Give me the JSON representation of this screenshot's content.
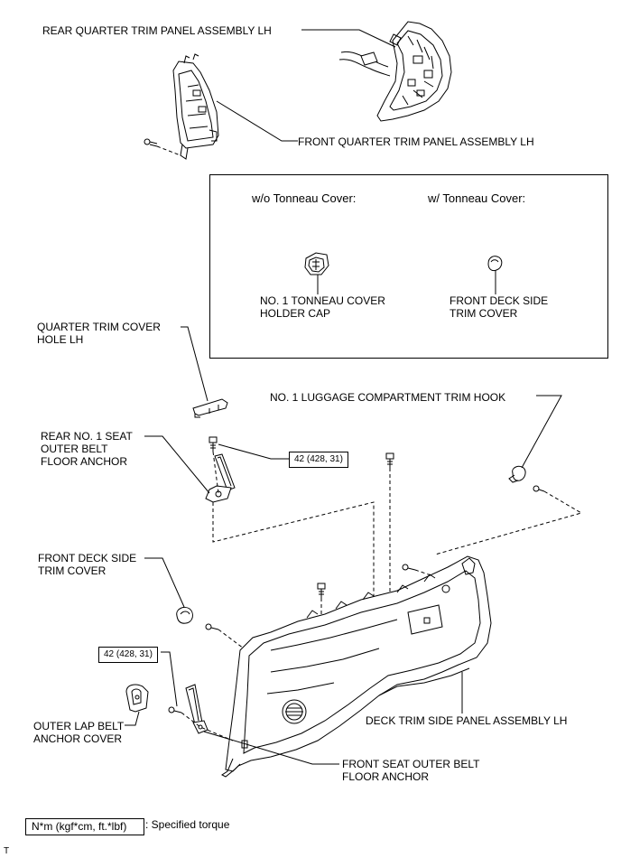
{
  "labels": {
    "rear_quarter_trim_panel": "REAR QUARTER TRIM PANEL ASSEMBLY LH",
    "front_quarter_trim_panel": "FRONT QUARTER TRIM PANEL ASSEMBLY LH",
    "quarter_trim_cover_hole": [
      "QUARTER TRIM COVER",
      "HOLE LH"
    ],
    "luggage_trim_hook": "NO. 1 LUGGAGE COMPARTMENT TRIM HOOK",
    "rear_seat_belt_anchor": [
      "REAR NO. 1 SEAT",
      "OUTER BELT",
      "FLOOR ANCHOR"
    ],
    "front_deck_side_trim_cover": [
      "FRONT DECK SIDE",
      "TRIM COVER"
    ],
    "outer_lap_belt_cover": [
      "OUTER LAP BELT",
      "ANCHOR COVER"
    ],
    "deck_trim_side_panel": "DECK TRIM SIDE PANEL ASSEMBLY LH",
    "front_seat_belt_anchor": [
      "FRONT SEAT OUTER BELT",
      "FLOOR ANCHOR"
    ]
  },
  "inset": {
    "left_header": "w/o Tonneau Cover:",
    "right_header": "w/ Tonneau Cover:",
    "left_part": [
      "NO. 1 TONNEAU COVER",
      "HOLDER CAP"
    ],
    "right_part": [
      "FRONT DECK SIDE",
      "TRIM COVER"
    ]
  },
  "torques": {
    "upper": "42 (428, 31)",
    "lower": "42 (428, 31)"
  },
  "legend": {
    "box": "N*m (kgf*cm, ft.*lbf)",
    "text": ": Specified torque"
  },
  "corner_mark": "T"
}
